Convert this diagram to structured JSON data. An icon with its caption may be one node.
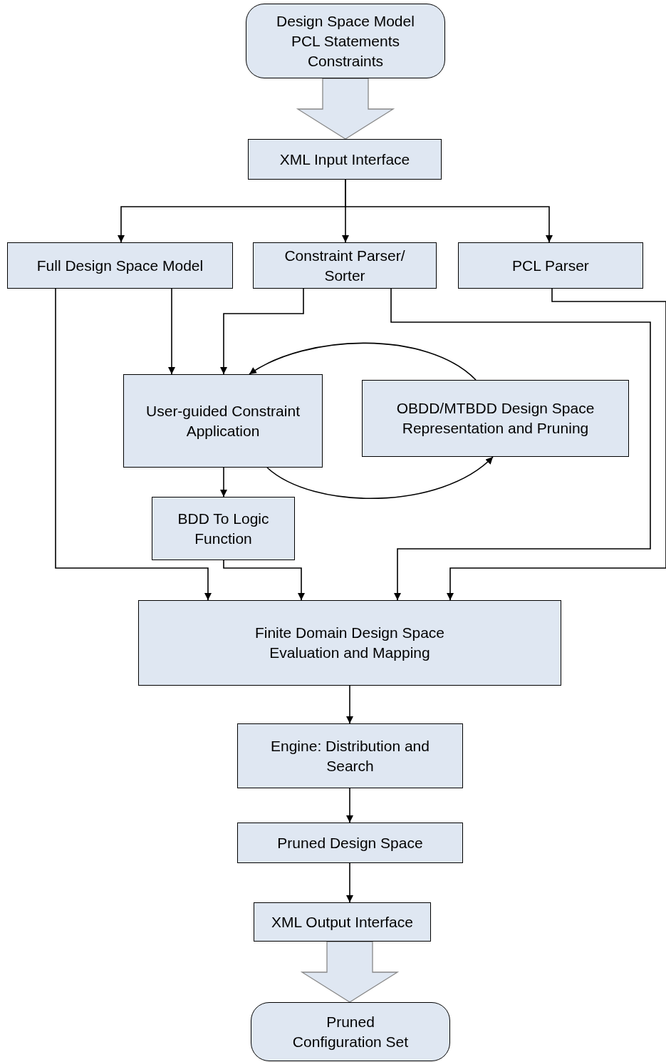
{
  "diagram": {
    "nodes": [
      {
        "text": [
          "Design Space Model",
          "PCL Statements",
          "Constraints"
        ]
      },
      {
        "text": [
          "XML Input Interface"
        ]
      },
      {
        "text": [
          "Full Design Space Model"
        ]
      },
      {
        "text": [
          "Constraint Parser/ Sorter"
        ]
      },
      {
        "text": [
          "PCL Parser"
        ]
      },
      {
        "text": [
          "User-guided Constraint Application"
        ]
      },
      {
        "text": [
          "OBDD/MTBDD Design Space Representation and Pruning"
        ]
      },
      {
        "text": [
          "BDD To Logic Function"
        ]
      },
      {
        "text": [
          "Finite Domain Design Space Evaluation and Mapping"
        ]
      },
      {
        "text": [
          "Engine: Distribution and Search"
        ]
      },
      {
        "text": [
          "Pruned Design Space"
        ]
      },
      {
        "text": [
          "XML Output Interface"
        ]
      },
      {
        "text": [
          "Pruned Configuration Set"
        ]
      }
    ],
    "edges": [
      {
        "from": 0,
        "to": 1,
        "arrow": "to",
        "style": "thick"
      },
      {
        "from": 1,
        "to": 2,
        "arrow": "to"
      },
      {
        "from": 1,
        "to": 3,
        "arrow": "to"
      },
      {
        "from": 1,
        "to": 4,
        "arrow": "to"
      },
      {
        "from": 2,
        "to": 5,
        "arrow": "to"
      },
      {
        "from": 2,
        "to": 8,
        "arrow": "to"
      },
      {
        "from": 3,
        "to": 5,
        "arrow": "to"
      },
      {
        "from": 3,
        "to": 8,
        "arrow": "to"
      },
      {
        "from": 4,
        "to": 8,
        "arrow": "to"
      },
      {
        "from": 5,
        "to": 6,
        "arrow": "to"
      },
      {
        "from": 6,
        "to": 5,
        "arrow": "to"
      },
      {
        "from": 5,
        "to": 7,
        "arrow": "to"
      },
      {
        "from": 7,
        "to": 8,
        "arrow": "to"
      },
      {
        "from": 8,
        "to": 9,
        "arrow": "to"
      },
      {
        "from": 9,
        "to": 10,
        "arrow": "to"
      },
      {
        "from": 10,
        "to": 11,
        "arrow": "to"
      },
      {
        "from": 11,
        "to": 12,
        "arrow": "to",
        "style": "thick"
      }
    ]
  }
}
